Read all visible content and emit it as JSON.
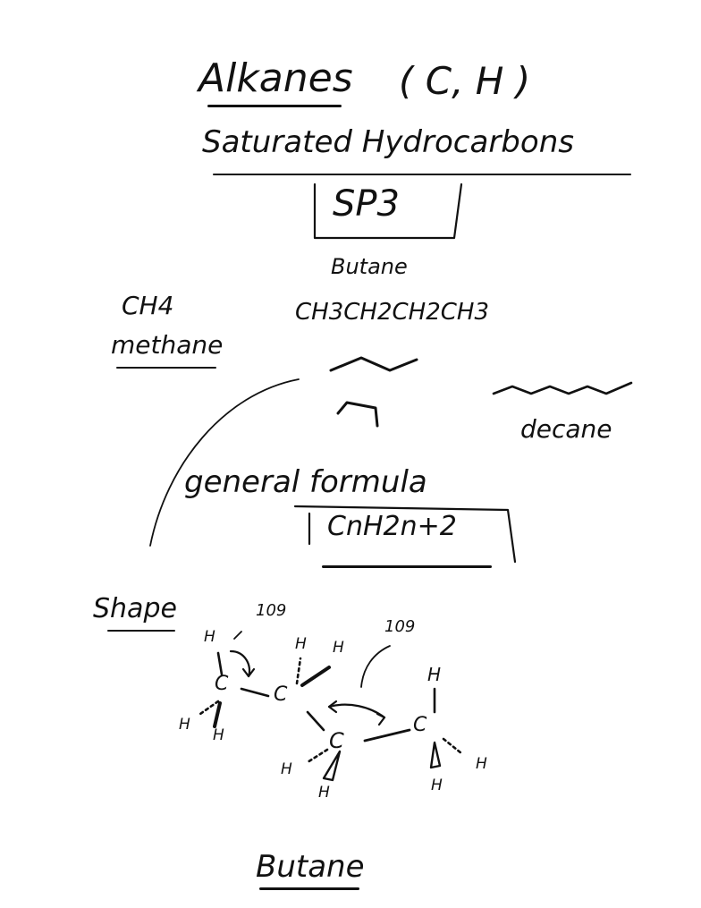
{
  "notes": {
    "title": "Alkanes",
    "elements": "( C, H )",
    "subtitle": "Saturated Hydrocarbons",
    "hybridization": "SP3",
    "butane_label": "Butane",
    "methane_formula": "CH4",
    "methane_name": "methane",
    "butane_formula": "CH3CH2CH2CH3",
    "decane_name": "decane",
    "general_formula_label": "general formula",
    "general_formula": "CnH2n+2",
    "shape_label": "Shape",
    "angle_left": "109",
    "angle_right": "109",
    "atom_h": "H",
    "atom_c": "C",
    "bottom_label": "Butane"
  },
  "colors": {
    "ink": "#111111",
    "paper": "#ffffff"
  }
}
